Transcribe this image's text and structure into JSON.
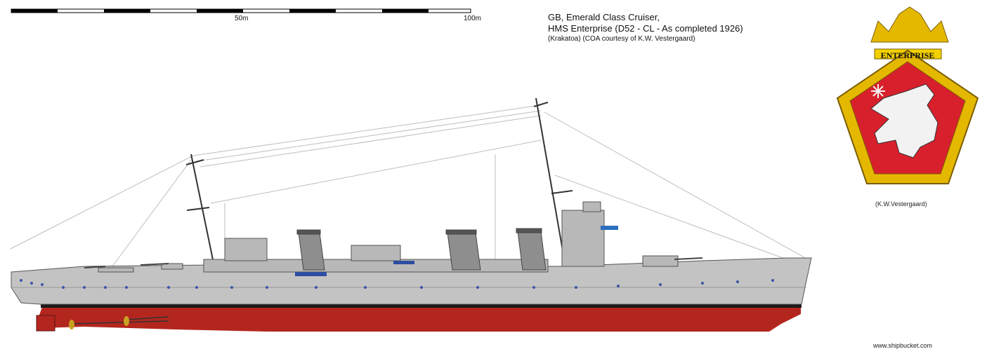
{
  "scale_bar": {
    "mid_label": "50m",
    "end_label": "100m"
  },
  "caption": {
    "line1": "GB, Emerald Class Cruiser,",
    "line2": "HMS Enterprise (D52 - CL - As completed 1926)",
    "line3": "(Krakatoa) (COA courtesy of K.W. Vestergaard)"
  },
  "crest": {
    "name": "ENTERPRISE",
    "credit": "(K.W.Vestergaard)",
    "colors": {
      "field": "#d8202c",
      "rope": "#e5b800",
      "banner": "#f2d000",
      "lion": "#f2f2f2"
    }
  },
  "ship": {
    "colors": {
      "hull": "#c3c3c3",
      "below_waterline": "#b3261e",
      "boot_topping": "#1a1a1a",
      "superstructure": "#b8b8b8",
      "funnel": "#8e8e8e"
    },
    "icon": "ship-profile-icon"
  },
  "footer": {
    "site": "www.shipbucket.com"
  }
}
